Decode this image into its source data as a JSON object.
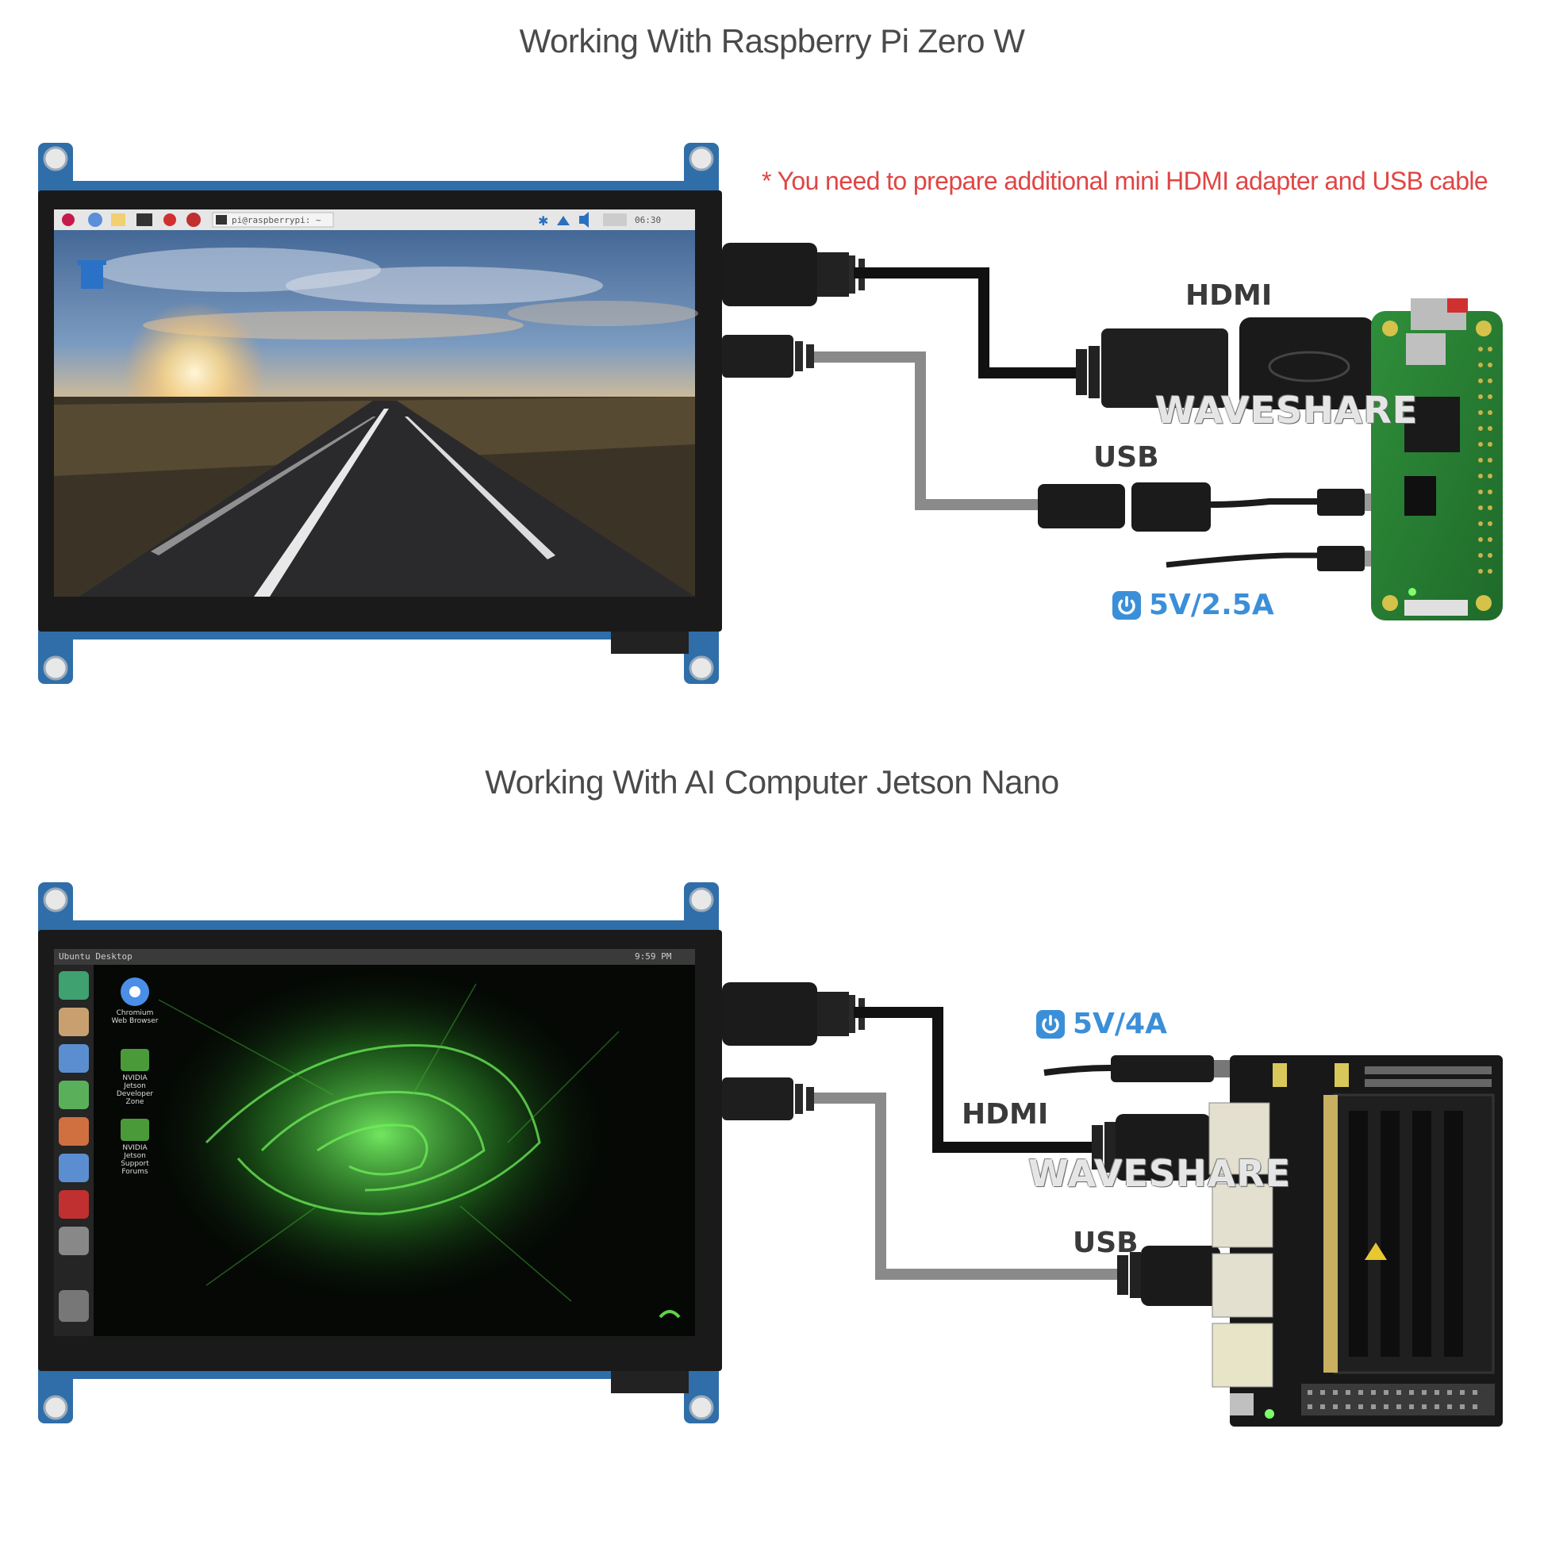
{
  "sections": [
    {
      "title": "Working With Raspberry Pi Zero W",
      "note": "* You need to prepare additional mini HDMI adapter and USB cable",
      "hdmi_label": "HDMI",
      "usb_label": "USB",
      "power_label": "5V/2.5A",
      "watermark": "WAVESHARE",
      "screen_taskbar_text": "pi@raspberrypi: ~",
      "screen_clock": "06:30"
    },
    {
      "title": "Working With AI Computer Jetson Nano",
      "hdmi_label": "HDMI",
      "usb_label": "USB",
      "power_label": "5V/4A",
      "watermark": "WAVESHARE",
      "screen_taskbar_text": "Ubuntu Desktop",
      "screen_clock": "9:59 PM",
      "desktop_icons": [
        "Chromium Web Browser",
        "NVIDIA Jetson Developer Zone",
        "NVIDIA Jetson Support Forums"
      ]
    }
  ],
  "colors": {
    "title": "#4a4a4a",
    "note": "#e04545",
    "power": "#3b8fd8",
    "board_blue": "#2f6ea8",
    "hdmi_cable": "#111111",
    "usb_cable": "#8a8a8a"
  },
  "icons": [
    "power-icon",
    "raspberry-icon",
    "bluetooth-icon",
    "wifi-icon",
    "volume-icon"
  ]
}
